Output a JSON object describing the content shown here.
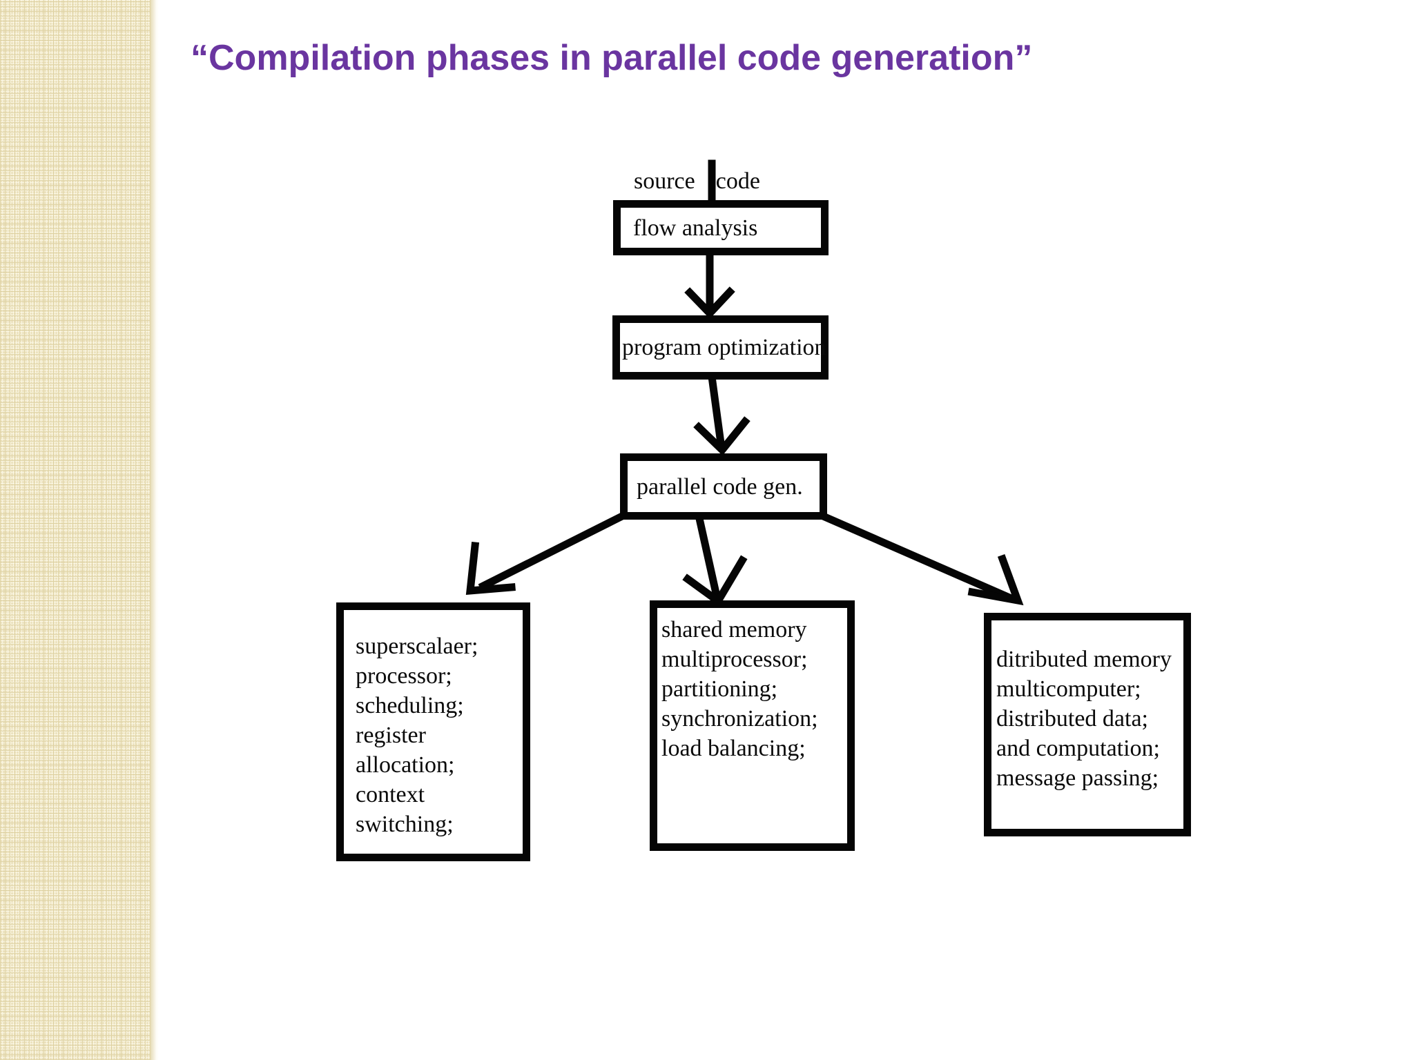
{
  "slide": {
    "title": "“Compilation phases in parallel code generation”",
    "title_color": "#6a35a0",
    "strip_color": "#ece2bf",
    "line_color": "#050505"
  },
  "diagram": {
    "source_label": {
      "left_word": "source",
      "right_word": "code"
    },
    "nodes": {
      "flow": {
        "label": "flow analysis"
      },
      "optimization": {
        "label": "program optimization"
      },
      "parallel": {
        "label": "parallel code gen."
      }
    },
    "branches": {
      "superscalar": {
        "lines": [
          "superscalaer;",
          "processor;",
          "scheduling;",
          "register",
          "allocation;",
          "context",
          "switching;"
        ]
      },
      "shared_memory": {
        "lines": [
          "shared memory",
          "multiprocessor;",
          "partitioning;",
          "synchronization;",
          "load balancing;"
        ]
      },
      "distributed_memory": {
        "lines": [
          "ditributed memory",
          "multicomputer;",
          "distributed data;",
          "and computation;",
          "message passing;"
        ]
      }
    }
  }
}
